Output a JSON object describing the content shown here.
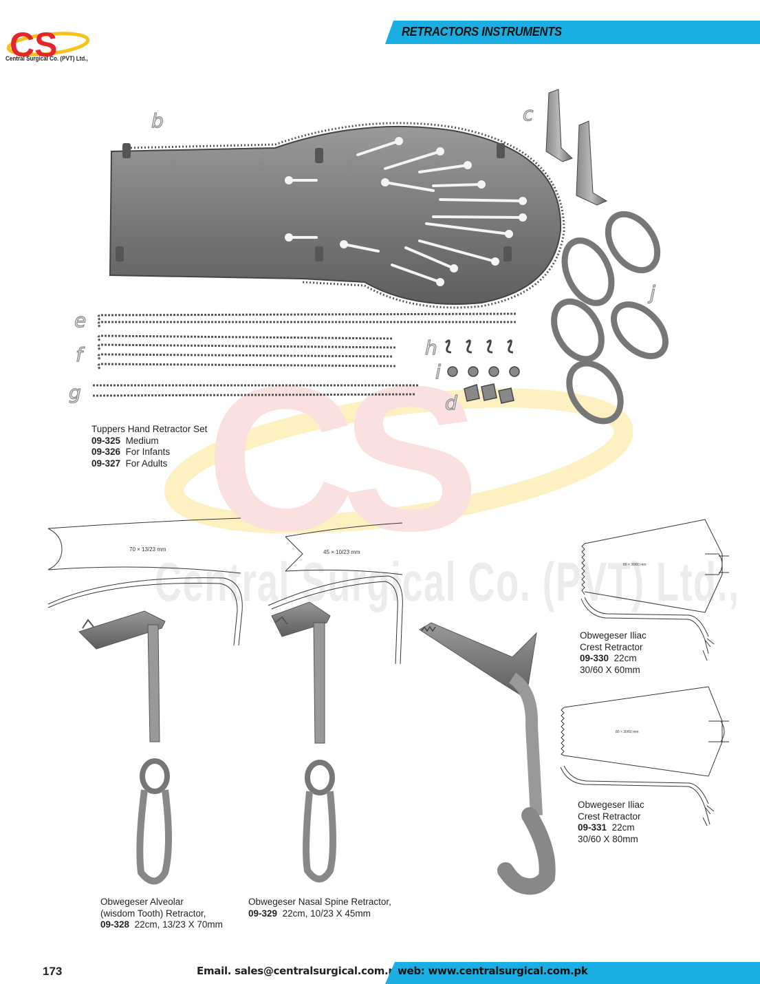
{
  "header": {
    "section_title": "RETRACTORS INSTRUMENTS",
    "logo_tagline": "Central Surgical Co. (PVT) Ltd.,",
    "logo_letters": "CS"
  },
  "watermark": {
    "text": "Central Surgical Co. (PVT) Ltd.,"
  },
  "set_figure": {
    "part_letters": [
      "b",
      "c",
      "e",
      "f",
      "g",
      "h",
      "i",
      "d",
      "j"
    ]
  },
  "products": {
    "tuppers": {
      "name": "Tuppers Hand Retractor Set",
      "variants": [
        {
          "code": "09-325",
          "desc": "Medium"
        },
        {
          "code": "09-326",
          "desc": "For Infants"
        },
        {
          "code": "09-327",
          "desc": "For Adults"
        }
      ]
    },
    "alveolar": {
      "line1": " Obwegeser Alveolar",
      "line2": "(wisdom Tooth) Retractor,",
      "code": "09-328",
      "spec": "22cm, 13/23 X 70mm",
      "dim_label": "70 × 13/23 mm"
    },
    "nasal": {
      "line1": "Obwegeser Nasal Spine Retractor,",
      "code": "09-329",
      "spec": "22cm, 10/23 X 45mm",
      "dim_label": "45 × 10/23 mm"
    },
    "iliac_330": {
      "line1": "Obwegeser Iliac",
      "line2": "Crest Retractor",
      "code": "09-330",
      "length": "22cm",
      "size": "30/60 X 60mm",
      "dim_label": "60 × 30/60 mm"
    },
    "iliac_331": {
      "line1": "Obwegeser Iliac",
      "line2": "Crest Retractor",
      "code": "09-331",
      "length": "22cm",
      "size": "30/60 X 80mm",
      "dim_label": "80 × 30/60 mm"
    }
  },
  "footer": {
    "page_number": "173",
    "email": "Email. sales@centralsurgical.com.pk",
    "web": "web: www.centralsurgical.com.pk"
  },
  "colors": {
    "banner": "#1aaee3",
    "logo_red": "#e3262b",
    "logo_yellow": "#f7c21a"
  }
}
